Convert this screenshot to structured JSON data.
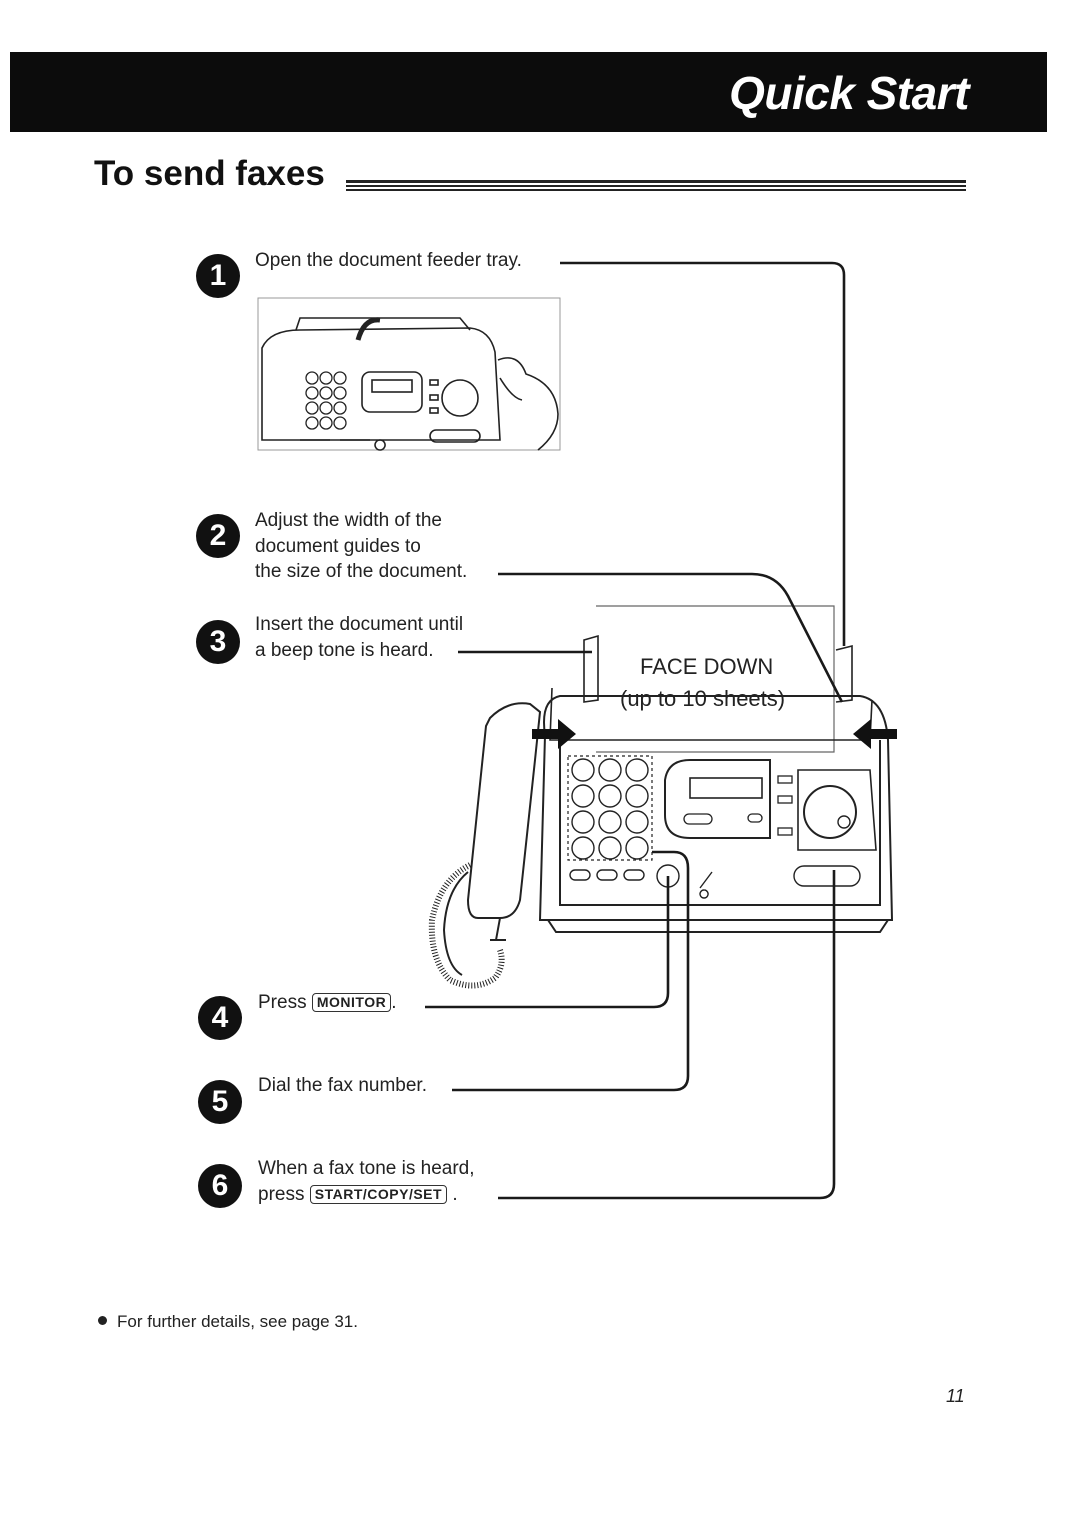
{
  "header": {
    "banner_title": "Quick Start"
  },
  "section": {
    "title": "To send faxes"
  },
  "steps": [
    {
      "num": "1",
      "lines": [
        "Open the document feeder tray."
      ]
    },
    {
      "num": "2",
      "lines": [
        "Adjust the width of the",
        "document guides to",
        "the size of the document."
      ]
    },
    {
      "num": "3",
      "lines": [
        "Insert the document until",
        "a beep tone is heard."
      ]
    },
    {
      "num": "4",
      "prefix": "Press",
      "key": "MONITOR",
      "suffix": "."
    },
    {
      "num": "5",
      "lines": [
        "Dial the fax number."
      ]
    },
    {
      "num": "6",
      "lines": [
        "When a fax tone is heard,"
      ],
      "prefix2": "press",
      "key": "START/COPY/SET",
      "suffix": "."
    }
  ],
  "illustration": {
    "label_face_down": "FACE DOWN",
    "label_sheets": "(up to 10 sheets)",
    "small_fax_icon": "fax-tray-open-illustration",
    "large_fax_icon": "fax-machine-illustration"
  },
  "note": {
    "text": "For further details, see page 31."
  },
  "page_number": "11"
}
